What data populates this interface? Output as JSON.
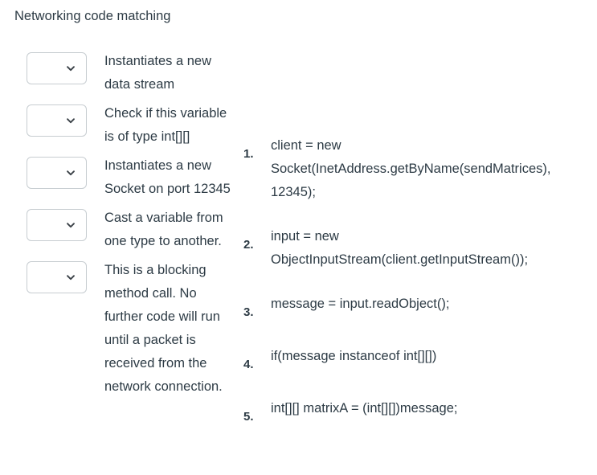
{
  "page": {
    "title": "Networking code matching",
    "background_color": "#ffffff",
    "text_color": "#2d3b45",
    "border_color": "#c7cdd1"
  },
  "match": {
    "answers": [
      {
        "select_name": "answer-select-1",
        "selected_value": "",
        "placeholder": "",
        "icon": "chevron-down-icon",
        "prompt": "Instantiates a new data stream"
      },
      {
        "select_name": "answer-select-2",
        "selected_value": "",
        "placeholder": "",
        "icon": "chevron-down-icon",
        "prompt": "Check if this variable is of type int[][]"
      },
      {
        "select_name": "answer-select-3",
        "selected_value": "",
        "placeholder": "",
        "icon": "chevron-down-icon",
        "prompt": "Instantiates a new Socket on port 12345"
      },
      {
        "select_name": "answer-select-4",
        "selected_value": "",
        "placeholder": "",
        "icon": "chevron-down-icon",
        "prompt": "Cast a variable from one type to another."
      },
      {
        "select_name": "answer-select-5",
        "selected_value": "",
        "placeholder": "",
        "icon": "chevron-down-icon",
        "prompt": "This is a blocking method call. No further code will run until a packet is received from the network connection."
      }
    ],
    "code_items": [
      {
        "number": "1.",
        "text": "client = new Socket(InetAddress.getByName(sendMatrices), 12345);"
      },
      {
        "number": "2.",
        "text": "input = new ObjectInputStream(client.getInputStream());"
      },
      {
        "number": "3.",
        "text": "message = input.readObject();"
      },
      {
        "number": "4.",
        "text": "if(message instanceof int[][])"
      },
      {
        "number": "5.",
        "text": "int[][] matrixA = (int[][])message;"
      }
    ]
  }
}
